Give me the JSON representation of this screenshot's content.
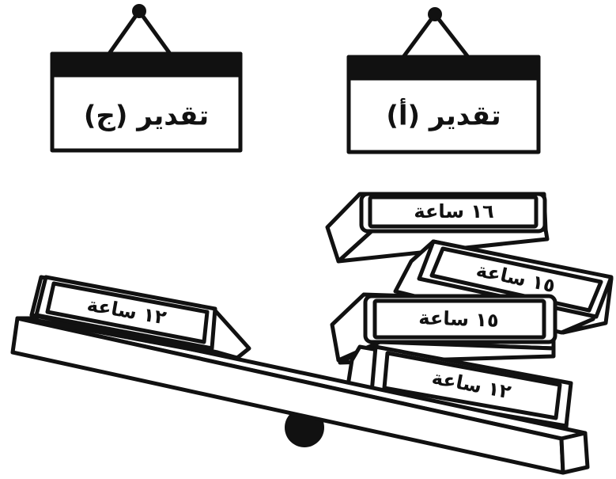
{
  "signs": {
    "left": {
      "label": "تقدير (ج)"
    },
    "right": {
      "label": "تقدير (أ)"
    }
  },
  "books": {
    "left": {
      "label": "١٢ ساعة"
    },
    "stack": [
      {
        "label": "١٦ ساعة"
      },
      {
        "label": "١٥ ساعة"
      },
      {
        "label": "١٥ ساعة"
      },
      {
        "label": "١٢ ساعة"
      }
    ]
  },
  "colors": {
    "ink": "#111111",
    "paper": "#ffffff"
  }
}
